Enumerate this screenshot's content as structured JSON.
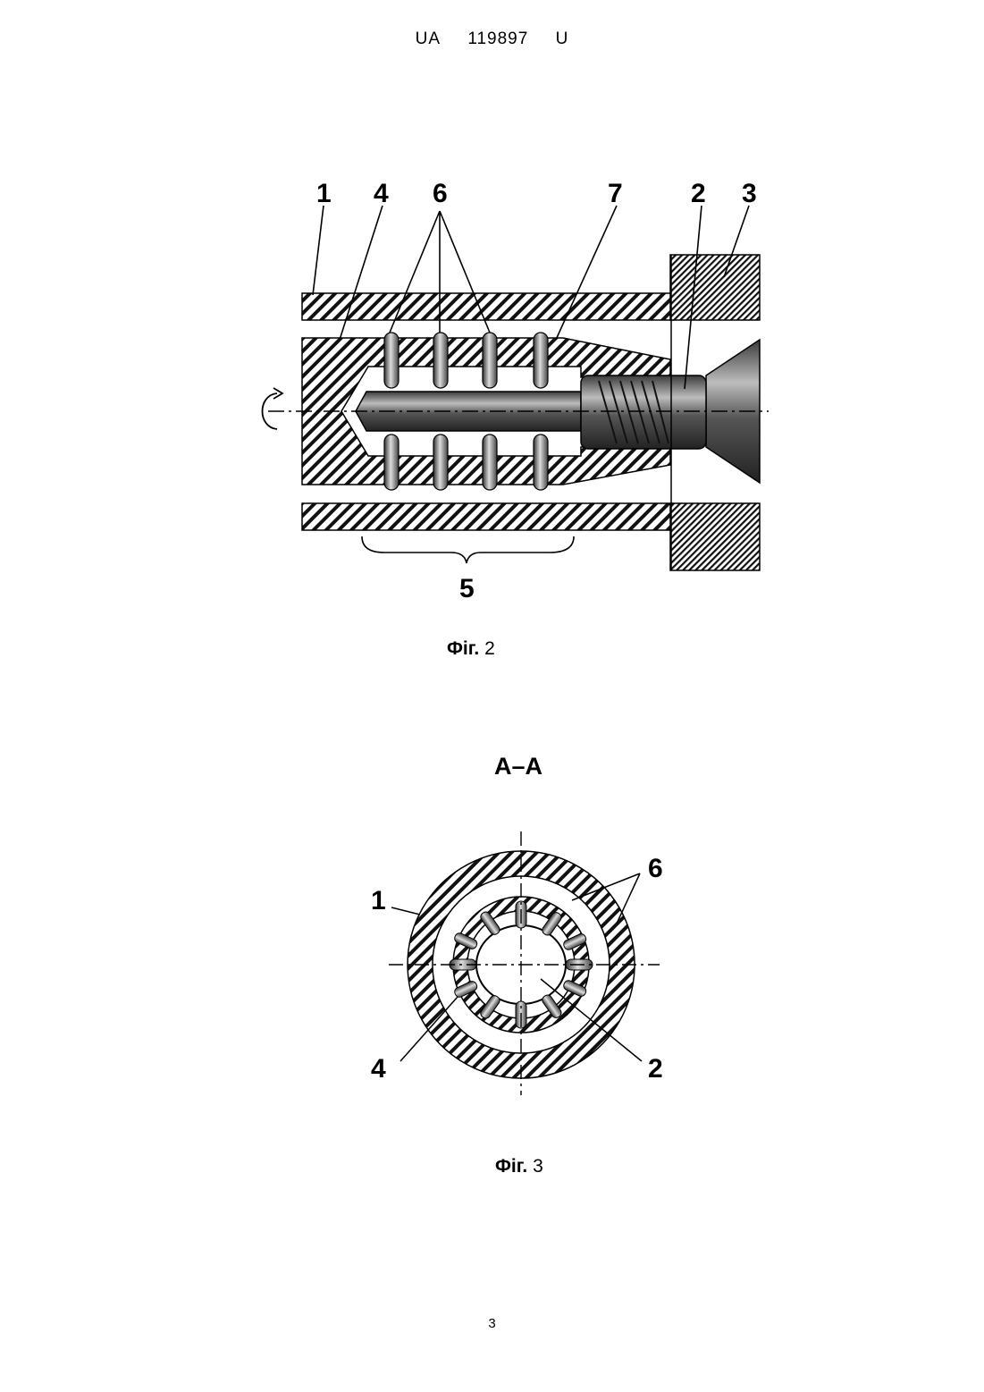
{
  "header": {
    "country": "UA",
    "number": "119897",
    "kind": "U"
  },
  "figure2": {
    "caption_prefix": "Фіг.",
    "caption_num": "2",
    "labels": {
      "l1": "1",
      "l4": "4",
      "l6": "6",
      "l7": "7",
      "l2": "2",
      "l3": "3",
      "l5": "5"
    }
  },
  "figure3": {
    "section": "А–А",
    "caption_prefix": "Фіг.",
    "caption_num": "3",
    "labels": {
      "l1": "1",
      "l6": "6",
      "l4": "4",
      "l2": "2"
    }
  },
  "page_number": "3"
}
